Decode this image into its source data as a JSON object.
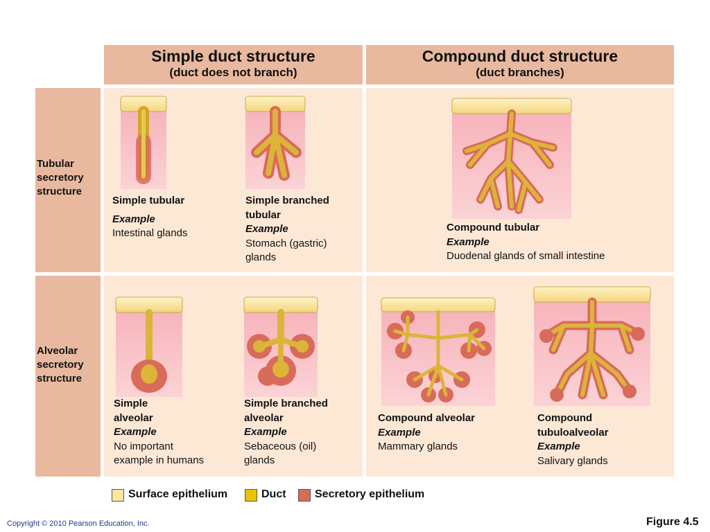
{
  "colors": {
    "header_bg": "#e8b99f",
    "panel_bg": "#fde8d6",
    "surface_epithelium": "#fce6a0",
    "duct": "#e8c300",
    "secretory_epithelium": "#d96b5a"
  },
  "columns": {
    "simple": {
      "title": "Simple duct structure",
      "subtitle": "(duct does not branch)"
    },
    "compound": {
      "title": "Compound duct structure",
      "subtitle": "(duct branches)"
    }
  },
  "rows": {
    "tubular": {
      "lines": [
        "Tubular",
        "secretory",
        "structure"
      ]
    },
    "alveolar": {
      "lines": [
        "Alveolar",
        "secretory",
        "structure"
      ]
    }
  },
  "glands": {
    "simple_tubular": {
      "name_lines": [
        "Simple tubular"
      ],
      "example_label": "Example",
      "example_lines": [
        "Intestinal glands"
      ]
    },
    "simple_branched_tubular": {
      "name_lines": [
        "Simple branched",
        "tubular"
      ],
      "example_label": "Example",
      "example_lines": [
        "Stomach (gastric)",
        "glands"
      ]
    },
    "compound_tubular": {
      "name_lines": [
        "Compound tubular"
      ],
      "example_label": "Example",
      "example_lines": [
        "Duodenal glands of small intestine"
      ]
    },
    "simple_alveolar": {
      "name_lines": [
        "Simple",
        "alveolar"
      ],
      "example_label": "Example",
      "example_lines": [
        "No important",
        "example in humans"
      ]
    },
    "simple_branched_alveolar": {
      "name_lines": [
        "Simple branched",
        "alveolar"
      ],
      "example_label": "Example",
      "example_lines": [
        "Sebaceous (oil)",
        "glands"
      ]
    },
    "compound_alveolar": {
      "name_lines": [
        "Compound alveolar"
      ],
      "example_label": "Example",
      "example_lines": [
        "Mammary glands"
      ]
    },
    "compound_tubuloalveolar": {
      "name_lines": [
        "Compound",
        "tubuloalveolar"
      ],
      "example_label": "Example",
      "example_lines": [
        "Salivary glands"
      ]
    }
  },
  "legend": {
    "surface": "Surface epithelium",
    "duct": "Duct",
    "secretory": "Secretory epithelium"
  },
  "footer": {
    "copyright": "Copyright © 2010 Pearson Education, Inc.",
    "figure": "Figure 4.5"
  }
}
